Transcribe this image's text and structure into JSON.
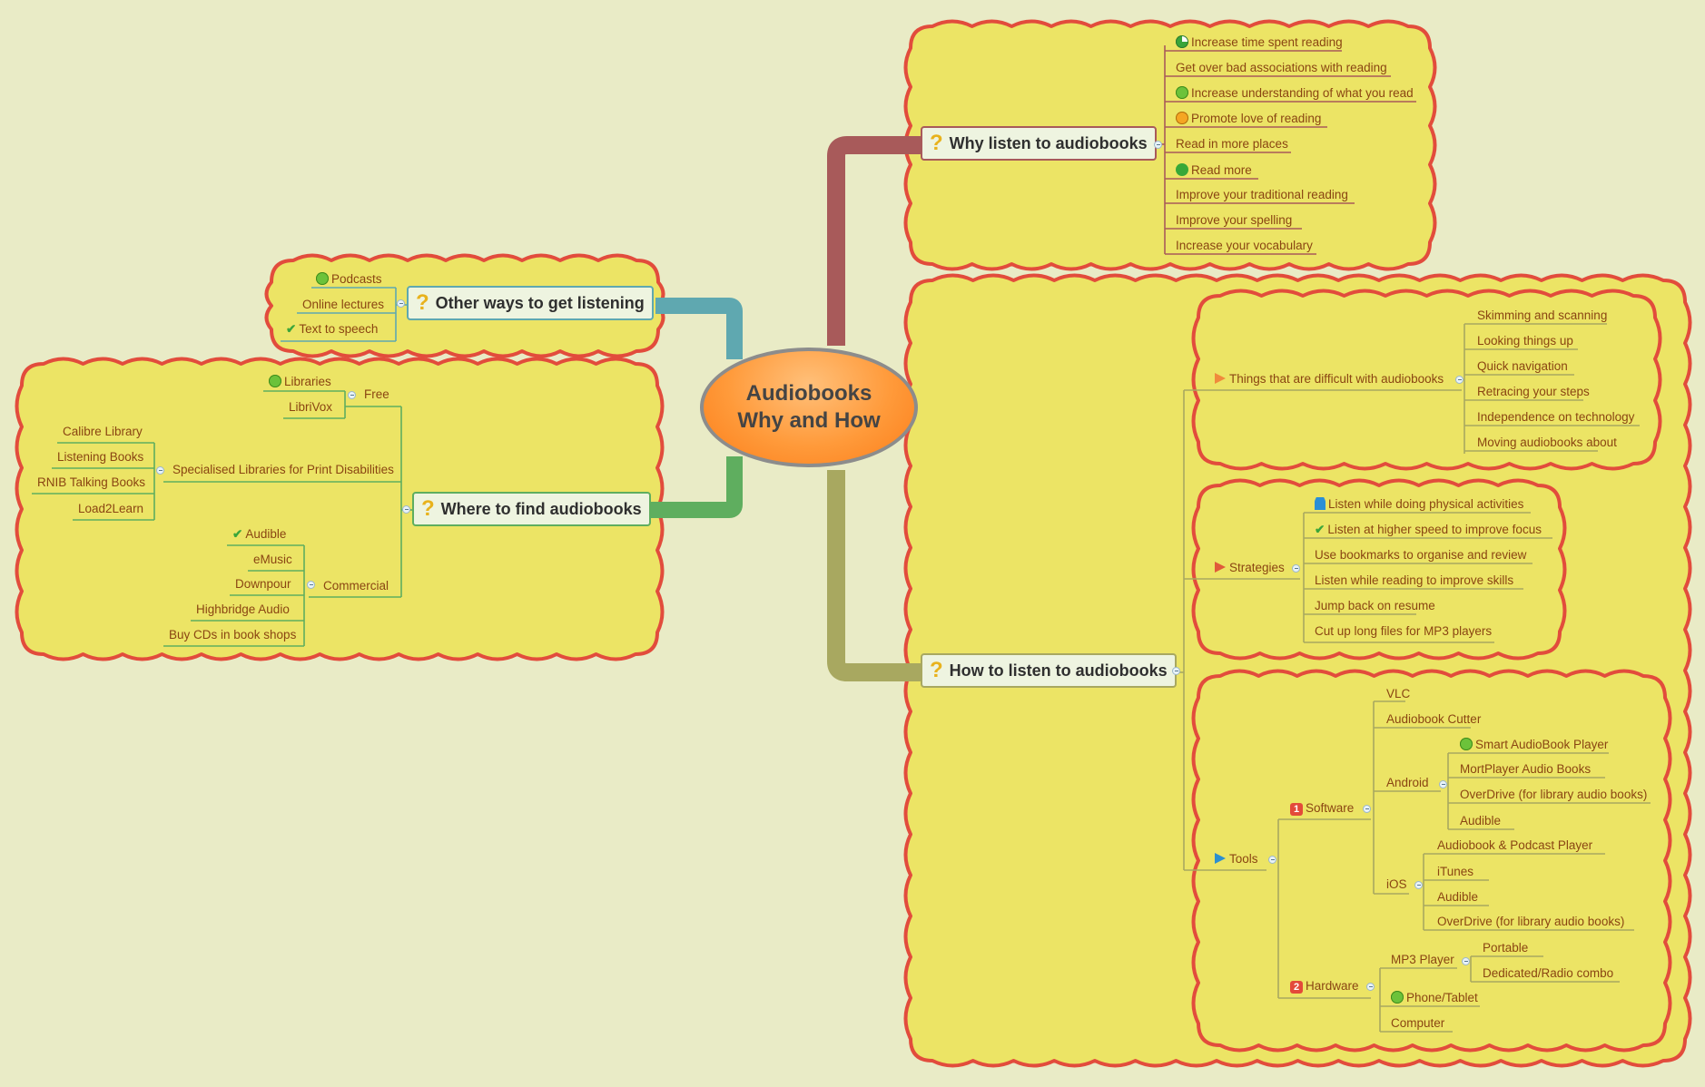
{
  "central": {
    "line1": "Audiobooks",
    "line2": "Why and How"
  },
  "why": {
    "title": "Why listen to audiobooks",
    "items": [
      "Increase time spent reading",
      "Get over bad associations with reading",
      "Increase understanding of what you read",
      "Promote love of reading",
      "Read in more places",
      "Read more",
      "Improve your traditional reading",
      "Improve your spelling",
      "Increase your vocabulary"
    ]
  },
  "other": {
    "title": "Other ways to get listening",
    "items": [
      "Podcasts",
      "Online lectures",
      "Text to speech"
    ]
  },
  "where": {
    "title": "Where to find audiobooks",
    "free": {
      "label": "Free",
      "items": [
        "Libraries",
        "LibriVox"
      ]
    },
    "specialised": {
      "label": "Specialised Libraries for Print Disabilities",
      "items": [
        "Calibre Library",
        "Listening Books",
        "RNIB Talking Books",
        "Load2Learn"
      ]
    },
    "commercial": {
      "label": "Commercial",
      "items": [
        "Audible",
        "eMusic",
        "Downpour",
        "Highbridge Audio",
        "Buy CDs in book shops"
      ]
    }
  },
  "how": {
    "title": "How to listen to audiobooks",
    "difficult": {
      "label": "Things that are difficult with audiobooks",
      "items": [
        "Skimming and scanning",
        "Looking things up",
        "Quick navigation",
        "Retracing your steps",
        "Independence on technology",
        "Moving audiobooks about"
      ]
    },
    "strategies": {
      "label": "Strategies",
      "items": [
        "Listen while doing physical activities",
        "Listen at higher speed to improve focus",
        "Use bookmarks to organise and review",
        "Listen while reading to improve skills",
        "Jump back on resume",
        "Cut up long files for MP3 players"
      ]
    },
    "tools": {
      "label": "Tools",
      "software": {
        "label": "Software",
        "badge": "1",
        "items": [
          "VLC",
          "Audiobook Cutter"
        ],
        "android": {
          "label": "Android",
          "items": [
            "Smart AudioBook Player",
            "MortPlayer Audio Books",
            "OverDrive (for library audio books)",
            "Audible"
          ]
        },
        "ios": {
          "label": "iOS",
          "items": [
            "Audiobook & Podcast Player",
            "iTunes",
            "Audible",
            "OverDrive (for library audio books)"
          ]
        }
      },
      "hardware": {
        "label": "Hardware",
        "badge": "2",
        "mp3": {
          "label": "MP3 Player",
          "items": [
            "Portable",
            "Dedicated/Radio combo"
          ]
        },
        "items": [
          "Phone/Tablet",
          "Computer"
        ]
      }
    }
  },
  "colors": {
    "background": "#e9ebc6",
    "cloud_fill": "#ece465",
    "cloud_border": "#e24c3c",
    "branch_why": "#a85a5a",
    "branch_other": "#5fa8b0",
    "branch_where": "#5fae5f",
    "branch_how": "#a8a860",
    "label_text": "#8a4512",
    "central_fill": "#fb8d2a"
  }
}
